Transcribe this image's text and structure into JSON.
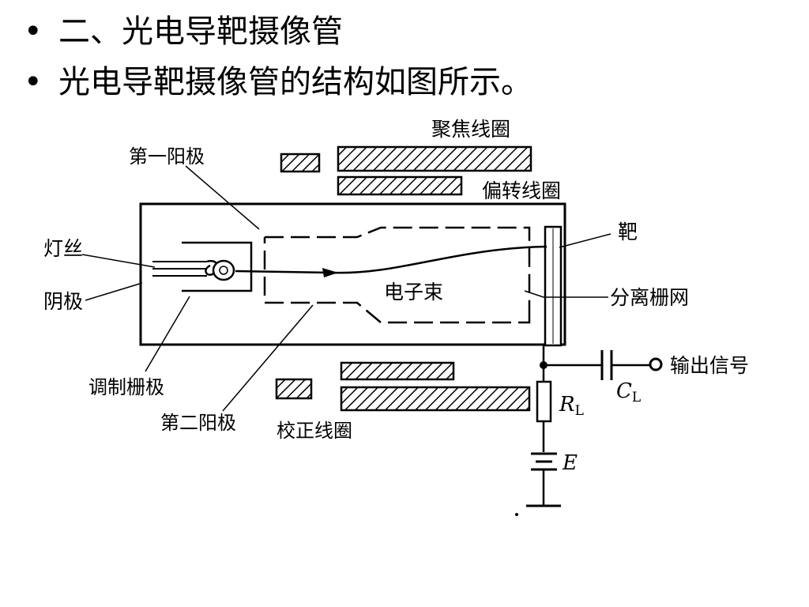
{
  "slide": {
    "bullets": [
      {
        "marker": "•",
        "text": "二、光电导靶摄像管"
      },
      {
        "marker": "•",
        "text": "光电导靶摄像管的结构如图所示。"
      }
    ]
  },
  "diagram": {
    "labels": {
      "focus_coil": "聚焦线圈",
      "first_anode": "第一阳极",
      "deflection_coil": "偏转线圈",
      "target": "靶",
      "filament": "灯丝",
      "cathode": "阴极",
      "electron_beam": "电子束",
      "separation_grid": "分离栅网",
      "control_grid": "调制栅极",
      "output_signal": "输出信号",
      "second_anode": "第二阳极",
      "correction_coil": "校正线圈"
    },
    "symbols": {
      "load_resistor": "R",
      "load_resistor_sub": "L",
      "capacitor": "C",
      "capacitor_sub": "L",
      "battery": "E"
    }
  }
}
